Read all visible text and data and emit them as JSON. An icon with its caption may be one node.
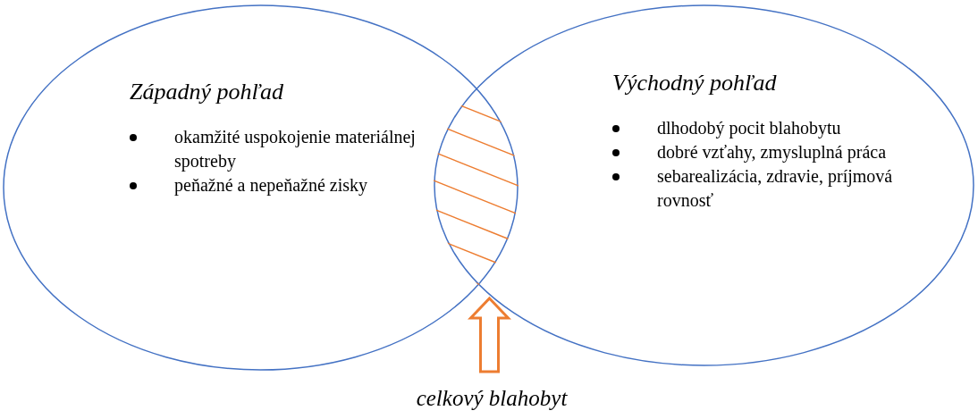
{
  "diagram": {
    "nodes": [
      {
        "text": [
          "Západný pohľad",
          "okamžité uspokojenie materiálnej spotreby",
          "peňažné a nepeňažné zisky"
        ]
      },
      {
        "text": [
          "Východný pohľad",
          "dlhodobý pocit blahobytu",
          "dobré vzťahy, zmysluplná práca",
          "sebarealizácia, zdravie, príjmová rovnosť"
        ]
      },
      {
        "text": [],
        "shape": "lens"
      },
      {
        "text": [
          "celkový blahobyt"
        ]
      }
    ],
    "edges": [
      {
        "from": 3,
        "to": 2,
        "arrow": "to",
        "style": "thick",
        "color": "#ed7d31"
      }
    ]
  }
}
